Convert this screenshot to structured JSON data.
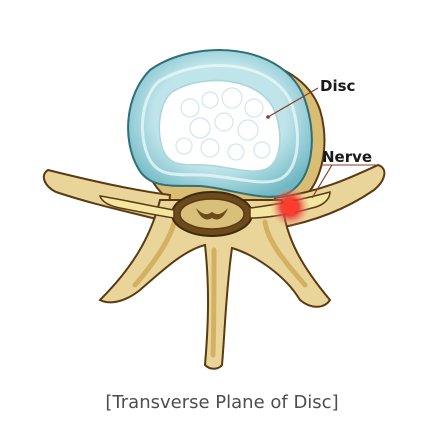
{
  "labels": {
    "disc": "Disc",
    "nerve": "Nerve"
  },
  "caption": "[Transverse Plane of Disc]",
  "colors": {
    "bone_fill": "#e9d59a",
    "bone_dark": "#c79a3d",
    "bone_outline": "#5b3a12",
    "disc_ring": "#7ec5ce",
    "disc_ring_light": "#cfeaf0",
    "nucleus": "#ffffff",
    "canal": "#6b4a1c",
    "nerve": "#f2e6a0",
    "inflammation": "#e8352b",
    "text": "#1a1a1a",
    "caption_text": "#4d4d4d"
  }
}
